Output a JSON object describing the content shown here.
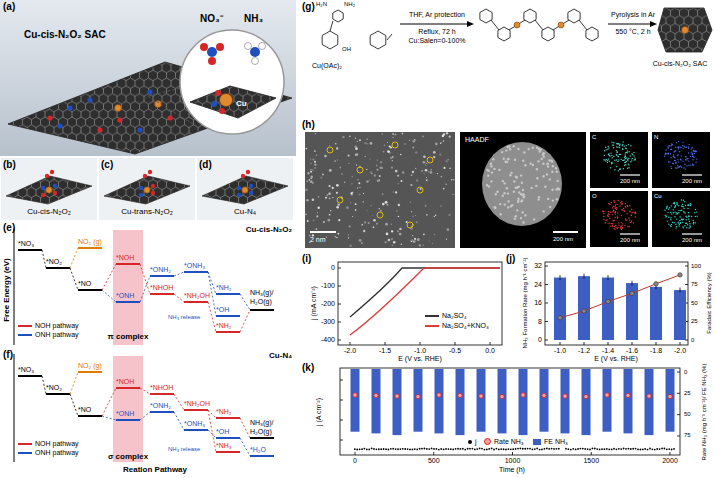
{
  "diagram": {
    "labels": [
      "(a)",
      "Cu-cis-N₂O₂ SAC",
      "NO₃⁻",
      "NH₃",
      "Cu",
      "(b)",
      "Cu-cis-N₂O₂",
      "(c)",
      "Cu-trans-N₂O₂",
      "(d)",
      "Cu-N₄",
      "(e)",
      "Cu-cis-N₂O₂",
      "*NO₃",
      "*NO₂",
      "NO₂ (g)",
      "*NO",
      "*NOH",
      "*ONH",
      "*ONH₂",
      "*NHOH",
      "*ONH₃",
      "*NH₂OH",
      "NH₃ release",
      "*NH₂",
      "*OH",
      "*NH₂",
      "NH₃(g)/",
      "H₂O(g)",
      "π complex",
      "Free Energy (eV)",
      "(f)",
      "Cu-N₄",
      "*NO₃",
      "*NO₂",
      "NO₂ (g)",
      "*NO",
      "*NOH",
      "*ONH",
      "*NHOH",
      "*ONH₂",
      "*NH₂OH",
      "*ONH₃",
      "NH₃ release",
      "*NH₂",
      "*OH",
      "*NH₃",
      "*H₂O",
      "NH₃(g)/",
      "H₂O(g)",
      "σ complex",
      "Reation Pathway",
      "(g)",
      "H₂N",
      "NH₂",
      "OH",
      "Cu(OAc)₂",
      "THF, Ar protection",
      "Reflux, 72 h",
      "Cu:Salen=0-100%",
      "Pyrolysis in Ar",
      "550 °C, 2 h",
      "Cu-cis-N₂O₂ SAC",
      "(h)",
      "2 nm",
      "HAADF",
      "200 nm",
      "C",
      "200 nm",
      "N",
      "200 nm",
      "O",
      "200 nm",
      "Cu",
      "200 nm",
      "(i)",
      "0",
      "-100",
      "-200",
      "-300",
      "-400",
      "-2.0",
      "-1.5",
      "-1.0",
      "-0.5",
      "0.0",
      "E (V vs. RHE)",
      "j (mA cm⁻²)",
      "(j)",
      "0",
      "8",
      "16",
      "24",
      "32",
      "0",
      "25",
      "50",
      "75",
      "100",
      "-1.0",
      "-1.2",
      "-1.4",
      "-1.6",
      "-1.8",
      "-2.0",
      "E (V vs. RHE)",
      "NH₃ Formation Rate (mg h⁻¹ cm⁻²)",
      "Faradaic Efficiency (%)",
      "(k)",
      "j (A cm⁻²)",
      "0",
      "25",
      "50",
      "75",
      "Rate NH₃ (mg h⁻¹ cm⁻²)/ FE NH₃ (%)",
      "0",
      "500",
      "1000",
      "1500",
      "2000",
      "Time (h)"
    ],
    "legend": [
      {
        "text": "NOH pathway"
      },
      {
        "text": "ONH pathway"
      },
      {
        "text": "NOH pathway"
      },
      {
        "text": "ONH pathway"
      },
      {
        "text": "Na₂SO₄"
      },
      {
        "text": "Na₂SO₄+KNO₃"
      },
      {
        "text": "j"
      },
      {
        "text": "Rate NH₃"
      },
      {
        "text": "FE NH₃",
        "color": "#3d5fc4"
      }
    ]
  }
}
